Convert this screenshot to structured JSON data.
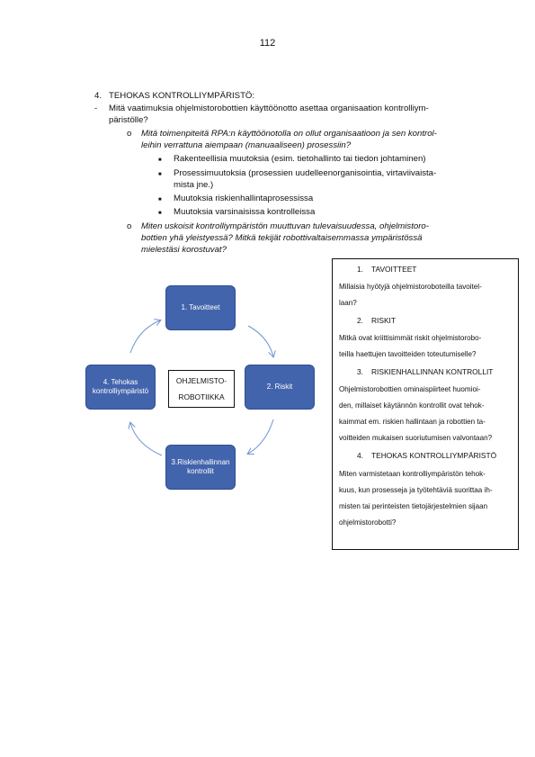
{
  "page_number": "112",
  "heading": {
    "num": "4.",
    "text": "TEHOKAS KONTROLLIYMPÄRISTÖ:"
  },
  "question": {
    "marker": "-",
    "line1": "Mitä vaatimuksia ohjelmistorobottien käyttöönotto asettaa organisaation kontrolliym-",
    "line2": "päristölle?"
  },
  "sub1": {
    "marker": "o",
    "lines": [
      "Mitä toimenpiteitä RPA:n käyttöönotolla on ollut organisaatioon ja sen kontrol-",
      "leihin verrattuna aiempaan (manuaaliseen) prosessiin?"
    ]
  },
  "bullets": [
    {
      "lines": [
        "Rakenteellisia muutoksia (esim. tietohallinto tai tiedon johtaminen)"
      ]
    },
    {
      "lines": [
        "Prosessimuutoksia (prosessien uudelleenorganisointia, virtaviivaista-",
        "mista jne.)"
      ]
    },
    {
      "lines": [
        "Muutoksia riskienhallintaprosessissa"
      ]
    },
    {
      "lines": [
        "Muutoksia varsinaisissa kontrolleissa"
      ]
    }
  ],
  "sub2": {
    "marker": "o",
    "lines": [
      "Miten uskoisit kontrolliympäristön muuttuvan tulevaisuudessa, ohjelmistoro-",
      "bottien yhä yleistyessä? Mitkä tekijät robottivaltaisemmassa ympäristössä",
      "mielestäsi korostuvat?"
    ]
  },
  "diagram": {
    "boxes": {
      "goals": "1. Tavoitteet",
      "risks": "2. Riskit",
      "risk_controls": [
        "3.Riskienhallinnan",
        "kontrollit"
      ],
      "control_env": [
        "4. Tehokas",
        "kontrolliympäristö"
      ]
    },
    "center": [
      "OHJELMISTO-",
      "ROBOTIIKKA"
    ],
    "colors": {
      "box_fill": "#4264ac",
      "arrow": "#6f93cf"
    }
  },
  "sidebar": {
    "sections": [
      {
        "num": "1.",
        "title": "TAVOITTEET",
        "lines": [
          "Millaisia hyötyjä ohjelmistoroboteilla tavoitel-",
          "laan?"
        ]
      },
      {
        "num": "2.",
        "title": "RISKIT",
        "lines": [
          "Mitkä ovat kriittisimmät riskit ohjelmistorobo-",
          "teilla haettujen tavoitteiden toteutumiselle?"
        ]
      },
      {
        "num": "3.",
        "title": "RISKIENHALLINNAN KONTROLLIT",
        "lines": [
          "Ohjelmistorobottien ominaispiirteet huomioi-",
          "den, millaiset käytännön kontrollit ovat tehok-",
          "kaimmat em. riskien hallintaan ja robottien ta-",
          "voitteiden mukaisen suoriutumisen valvontaan?"
        ]
      },
      {
        "num": "4.",
        "title": "TEHOKAS KONTROLLIYMPÄRISTÖ",
        "lines": [
          "Miten varmistetaan kontrolliympäristön tehok-",
          "kuus, kun prosesseja ja työtehtäviä suorittaa ih-",
          "misten tai perinteisten tietojärjestelmien sijaan",
          "ohjelmistorobotti?"
        ]
      }
    ]
  }
}
